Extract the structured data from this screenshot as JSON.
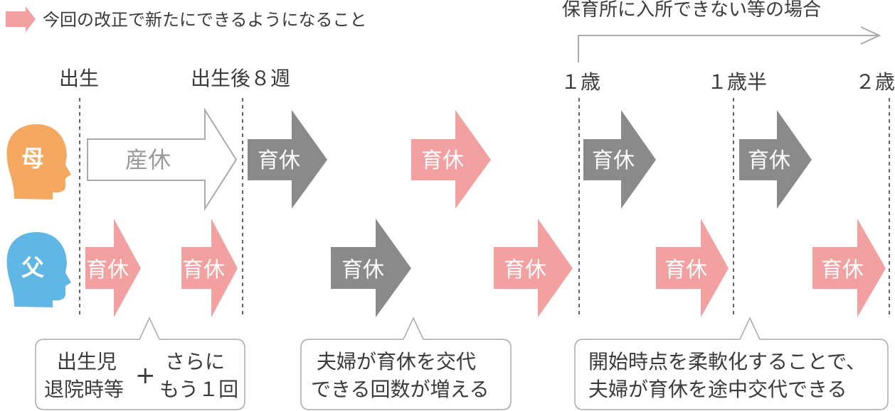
{
  "legend": {
    "label": "今回の改正で新たにできるようになること",
    "color": "#f2a0a0"
  },
  "extension_note": "保育所に入所できない等の場合",
  "milestones": {
    "birth": "出生",
    "week8": "出生後８週",
    "age1": "１歳",
    "age1_5": "１歳半",
    "age2": "２歳"
  },
  "rows": {
    "mother": {
      "label": "母",
      "color": "#f5a85f"
    },
    "father": {
      "label": "父",
      "color": "#5fb7e6"
    }
  },
  "leave": {
    "maternity": "産休",
    "childcare": "育休"
  },
  "colors": {
    "gray": "#8a8a8a",
    "pink": "#f2a0a0",
    "outline": "#aaaaaa"
  },
  "notes": {
    "note1": {
      "line1_left": "出生児",
      "line2_left": "退院時等",
      "plus": "+",
      "line1_right": "さらに",
      "line2_right": "もう１回"
    },
    "note2": {
      "line1": "夫婦が育休を交代",
      "line2": "できる回数が増える"
    },
    "note3": {
      "line1": "開始時点を柔軟化することで、",
      "line2": "夫婦が育休を途中交代できる"
    }
  }
}
